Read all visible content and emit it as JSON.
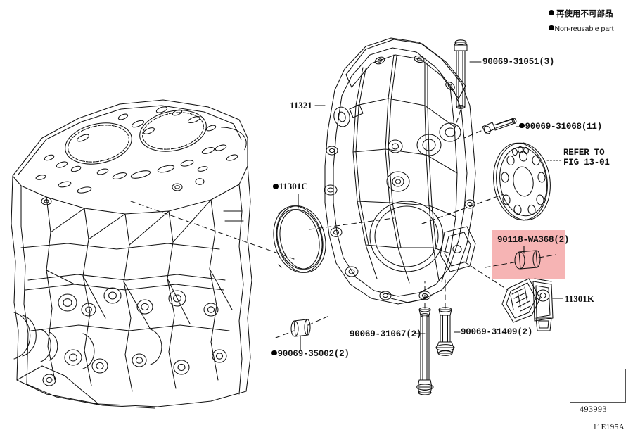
{
  "legend": {
    "japanese": "再使用不可部品",
    "english": "Non-reusable part",
    "marker": "black-filled-circle"
  },
  "diagram": {
    "title_code": "11E195A",
    "orientation_box": {
      "code": "493993",
      "icon": "orientation-arrow-icon"
    },
    "highlight_color": "#f6b4b4"
  },
  "callouts": [
    {
      "id": "c1",
      "text": "90069-31051(3)",
      "marker": false,
      "style": "mono"
    },
    {
      "id": "c2",
      "text": "90069-31068(11)",
      "marker": true,
      "style": "mono"
    },
    {
      "id": "c3a",
      "text": "REFER TO",
      "marker": false,
      "style": "mono"
    },
    {
      "id": "c3b",
      "text": "FIG 13-01",
      "marker": false,
      "style": "mono"
    },
    {
      "id": "c4",
      "text": "11321",
      "marker": false,
      "style": "serif"
    },
    {
      "id": "c5",
      "text": "11301C",
      "marker": true,
      "style": "serif"
    },
    {
      "id": "c6",
      "text": "90118-WA368(2)",
      "marker": false,
      "style": "mono",
      "highlighted": true
    },
    {
      "id": "c7",
      "text": "11301K",
      "marker": false,
      "style": "serif"
    },
    {
      "id": "c8",
      "text": "90069-35002(2)",
      "marker": true,
      "style": "mono"
    },
    {
      "id": "c9",
      "text": "90069-31067(2)",
      "marker": false,
      "style": "mono"
    },
    {
      "id": "c10",
      "text": "90069-31409(2)",
      "marker": false,
      "style": "mono"
    }
  ],
  "parts": {
    "engine_block": "cylinder-block-drawing",
    "timing_cover": "timing-chain-cover-drawing",
    "oil_seal": "crankshaft-oil-seal-drawing",
    "drive_plate": "drive-plate-drawing",
    "bushing": "bushing-drawing",
    "chain_tensioner": "chain-tensioner-drawing",
    "bolt_long": "long-bolt-drawing",
    "bolt_short": "short-bolt-drawing",
    "bolt_top": "top-bolt-drawing",
    "bolt_flange": "flange-bolt-drawing"
  }
}
